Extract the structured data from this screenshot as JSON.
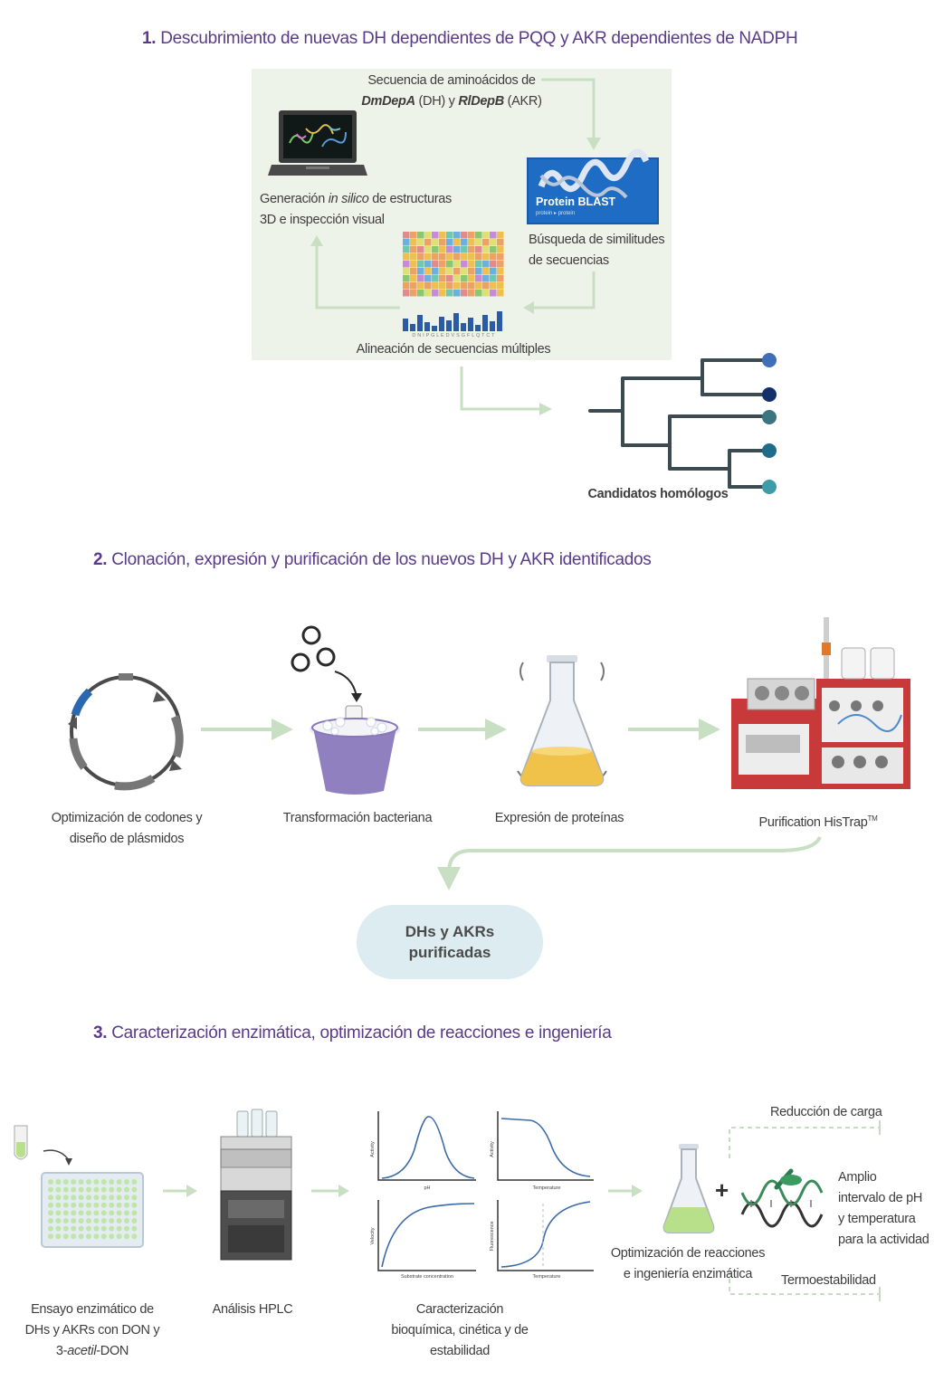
{
  "section1": {
    "num": "1.",
    "title": "Descubrimiento de nuevas DH dependientes de PQQ y AKR dependientes de NADPH",
    "seq_line1": "Secuencia de aminoácidos de",
    "seq_a": "DmDepA",
    "seq_b": " (DH) y ",
    "seq_c": "RlDepB",
    "seq_d": " (AKR)",
    "gen_a": "Generación ",
    "gen_b": "in silico",
    "gen_c": " de estructuras",
    "gen_line2": "3D e inspección visual",
    "blast_label": "Protein BLAST",
    "blast_sub": "protein ▸ protein",
    "busq_line1": "Búsqueda de similitudes",
    "busq_line2": "de secuencias",
    "align_label": "Alineación de secuencias múltiples",
    "align_seq": "D N I P G L E D V S G F L Q T C T",
    "tree_label": "Candidatos homólogos",
    "tree_colors": [
      "#3f6fb8",
      "#12306a",
      "#3a7580",
      "#1f6c8a",
      "#3d9ca8"
    ]
  },
  "section2": {
    "num": "2.",
    "title": "Clonación, expresión y purificación de los nuevos DH y AKR identificados",
    "steps": [
      {
        "line1": "Optimización de codones y",
        "line2": "diseño de plásmidos"
      },
      {
        "line1": "Transformación bacteriana"
      },
      {
        "line1": "Expresión de proteínas"
      },
      {
        "line1": "Purification HisTrap",
        "sup": "TM"
      }
    ],
    "result_line1": "DHs y AKRs",
    "result_line2": "purificadas"
  },
  "section3": {
    "num": "3.",
    "title": "Caracterización enzimática, optimización de reacciones e ingeniería",
    "assay_line1": "Ensayo enzimático de",
    "assay_line2": "DHs y AKRs con DON y",
    "assay_line3a": "3-",
    "assay_line3b": "acetil",
    "assay_line3c": "-DON",
    "hplc": "Análisis HPLC",
    "carac_line1": "Caracterización",
    "carac_line2": "bioquímica, cinética y de",
    "carac_line3": "estabilidad",
    "opt_line1": "Optimización de reacciones",
    "opt_line2": "e ingeniería enzimática",
    "plus": "+",
    "red": "Reducción de carga",
    "amp_line1": "Amplio",
    "amp_line2": "intervalo de pH",
    "amp_line3": "y temperatura",
    "amp_line4": "para la actividad",
    "termo": "Termoestabilidad",
    "plots": [
      {
        "ylabel": "Activity",
        "xlabel": "pH"
      },
      {
        "ylabel": "Activity",
        "xlabel": "Temperature"
      },
      {
        "ylabel": "Velocity",
        "xlabel": "Substrate concentration"
      },
      {
        "ylabel": "Fluorescence",
        "xlabel": "Temperature"
      }
    ]
  }
}
